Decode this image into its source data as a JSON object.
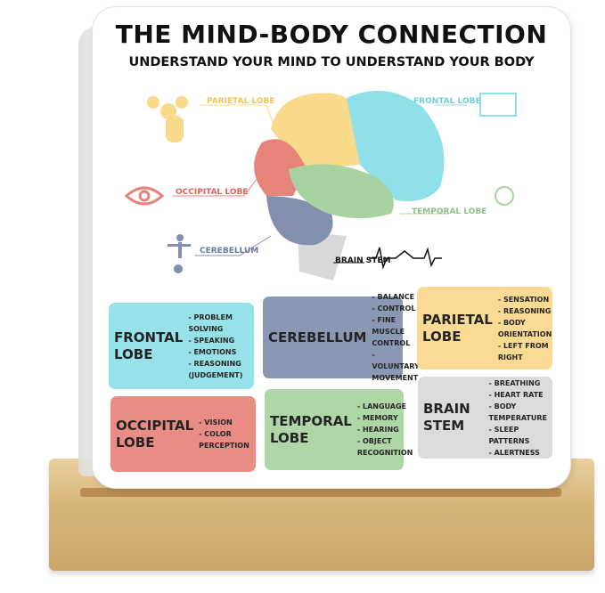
{
  "title": "THE MIND-BODY CONNECTION",
  "subtitle": "UNDERSTAND YOUR MIND TO UNDERSTAND YOUR BODY",
  "diagram_labels": {
    "parietal": "PARIETAL LOBE",
    "frontal": "FRONTAL LOBE",
    "occipital": "OCCIPITAL LOBE",
    "temporal": "TEMPORAL LOBE",
    "cerebellum": "CEREBELLUM",
    "brainstem": "BRAIN STEM"
  },
  "colors": {
    "frontal": "#8fe0e8",
    "cerebellum": "#8290ae",
    "parietal": "#fbd98a",
    "occipital": "#e8837a",
    "temporal": "#a8d3a0",
    "brainstem": "#d9d9d9",
    "wood": "#d9b77c"
  },
  "cards": [
    {
      "title": "FRONTAL LOBE",
      "items": [
        "PROBLEM SOLVING",
        "SPEAKING",
        "EMOTIONS",
        "REASONING (JUDGEMENT)"
      ]
    },
    {
      "title": "CEREBELLUM",
      "items": [
        "BALANCE",
        "CONTROL",
        "FINE MUSCLE CONTROL",
        "VOLUNTARY MOVEMENT"
      ]
    },
    {
      "title": "PARIETAL LOBE",
      "items": [
        "SENSATION",
        "REASONING",
        "BODY ORIENTATION",
        "LEFT FROM RIGHT"
      ]
    },
    {
      "title": "OCCIPITAL LOBE",
      "items": [
        "VISION",
        "COLOR PERCEPTION"
      ]
    },
    {
      "title": "TEMPORAL LOBE",
      "items": [
        "LANGUAGE",
        "MEMORY",
        "HEARING",
        "OBJECT RECOGNITION"
      ]
    },
    {
      "title": "BRAIN STEM",
      "items": [
        "BREATHING",
        "HEART RATE",
        "BODY TEMPERATURE",
        "SLEEP PATTERNS",
        "ALERTNESS"
      ]
    }
  ]
}
